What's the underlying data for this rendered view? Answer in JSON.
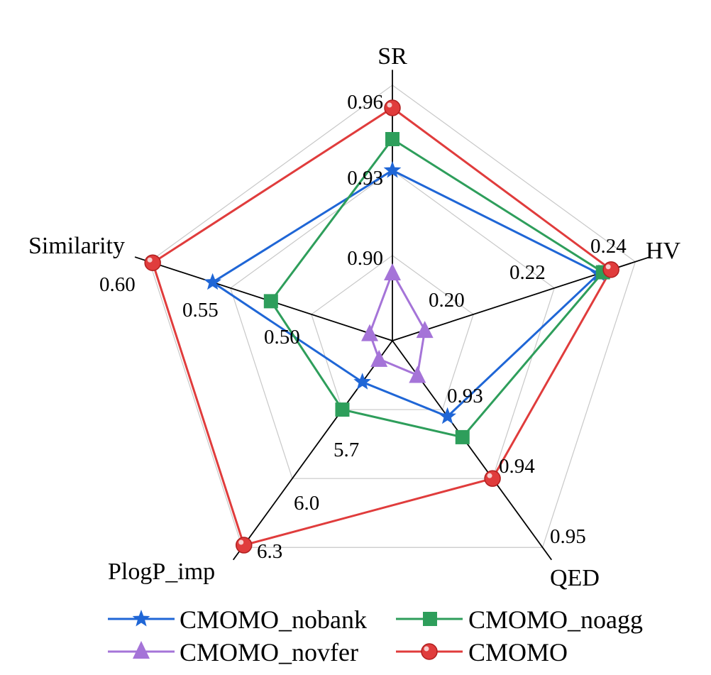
{
  "chart_data": {
    "type": "radar",
    "axes": [
      {
        "label": "SR",
        "ticks": [
          "0.90",
          "0.93",
          "0.96"
        ],
        "range": [
          0.87,
          0.96
        ]
      },
      {
        "label": "HV",
        "ticks": [
          "0.20",
          "0.22",
          "0.24"
        ],
        "range": [
          0.18,
          0.24
        ]
      },
      {
        "label": "QED",
        "ticks": [
          "0.93",
          "0.94",
          "0.95"
        ],
        "range": [
          0.92,
          0.95
        ]
      },
      {
        "label": "PlogP_imp",
        "ticks": [
          "5.7",
          "6.0",
          "6.3"
        ],
        "range": [
          5.4,
          6.3
        ]
      },
      {
        "label": "Similarity",
        "ticks": [
          "0.50",
          "0.55",
          "0.60"
        ],
        "range": [
          0.45,
          0.6
        ]
      }
    ],
    "series": [
      {
        "name": "CMOMO_nobank",
        "color": "#1f66d6",
        "marker": "star",
        "values": [
          0.93,
          0.231,
          0.931,
          5.58,
          0.561
        ]
      },
      {
        "name": "CMOMO_noagg",
        "color": "#2e9e5b",
        "marker": "square",
        "values": [
          0.941,
          0.232,
          0.934,
          5.7,
          0.525
        ]
      },
      {
        "name": "CMOMO_novfer",
        "color": "#a574d8",
        "marker": "triangle",
        "values": [
          0.894,
          0.188,
          0.925,
          5.48,
          0.464
        ]
      },
      {
        "name": "CMOMO",
        "color": "#e03c3c",
        "marker": "circle",
        "values": [
          0.952,
          0.234,
          0.94,
          6.29,
          0.598
        ]
      }
    ],
    "grid": true,
    "legend_position": "bottom"
  }
}
